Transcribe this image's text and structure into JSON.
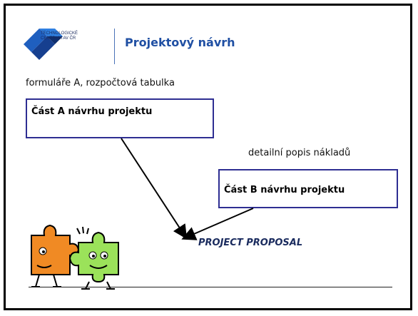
{
  "logo": {
    "line1": "TECHNOLOGICKÉ",
    "line2": "CENTRUM AV ČR"
  },
  "title": "Projektový návrh",
  "subtitle": "formuláře A, rozpočtová tabulka",
  "box_a": "Část A návrhu projektu",
  "note": "detailní popis nákladů",
  "box_b": "Část B návrhu projektu",
  "proposal": "PROJECT PROPOSAL",
  "colors": {
    "title": "#1f4fa3",
    "box_border": "#2e2e92",
    "puzzle_orange": "#f08a24",
    "puzzle_green": "#9be25a"
  }
}
